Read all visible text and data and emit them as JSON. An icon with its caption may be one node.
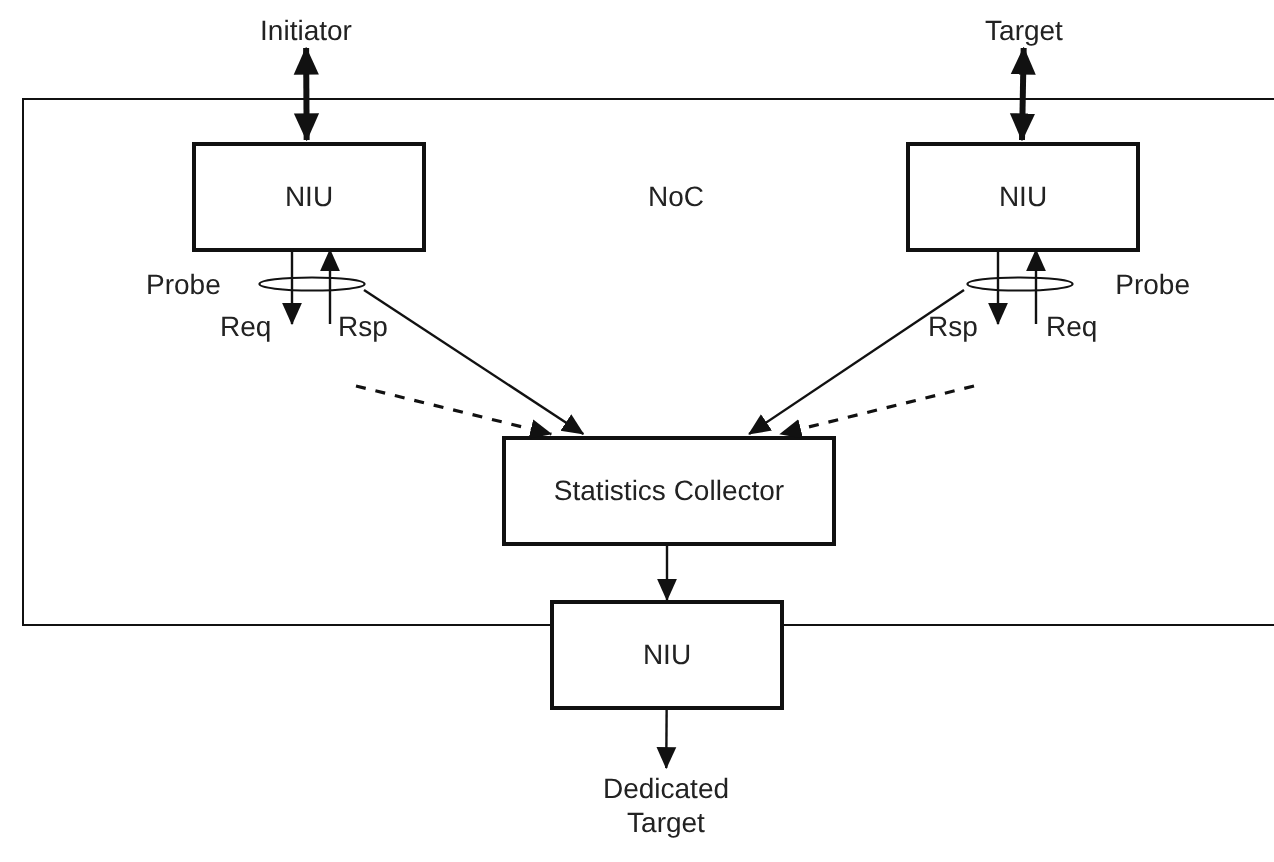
{
  "diagram": {
    "nodes": [
      {
        "text": [
          "NoC"
        ]
      },
      {
        "text": [
          "Initiator"
        ]
      },
      {
        "text": [
          "Target"
        ]
      },
      {
        "text": [
          "NIU"
        ],
        "in": 0
      },
      {
        "text": [
          "NIU"
        ],
        "in": 0
      },
      {
        "text": [
          "Probe"
        ],
        "in": 0
      },
      {
        "text": [
          "Probe"
        ],
        "in": 0
      },
      {
        "text": [
          "Statistics Collector"
        ],
        "in": 0
      },
      {
        "text": [
          "NIU"
        ]
      },
      {
        "text": [
          "Dedicated Target"
        ]
      }
    ],
    "edges": [
      {
        "from": 1,
        "to": 3,
        "arrow": "both",
        "style": "thick"
      },
      {
        "from": 2,
        "to": 4,
        "arrow": "both",
        "style": "thick"
      },
      {
        "from": 3,
        "to": 5,
        "arrow": "to",
        "label": "Req"
      },
      {
        "from": null,
        "to": 3,
        "arrow": "to",
        "label": "Rsp"
      },
      {
        "from": 4,
        "to": 6,
        "arrow": "to",
        "label": "Rsp"
      },
      {
        "from": null,
        "to": 4,
        "arrow": "to",
        "label": "Req"
      },
      {
        "from": 5,
        "to": 7,
        "arrow": "to"
      },
      {
        "from": 6,
        "to": 7,
        "arrow": "to"
      },
      {
        "from": null,
        "to": 7,
        "arrow": "to",
        "style": "dashed"
      },
      {
        "from": null,
        "to": 7,
        "arrow": "to",
        "style": "dashed"
      },
      {
        "from": 7,
        "to": 8,
        "arrow": "to"
      },
      {
        "from": 8,
        "to": 9,
        "arrow": "to"
      }
    ]
  }
}
